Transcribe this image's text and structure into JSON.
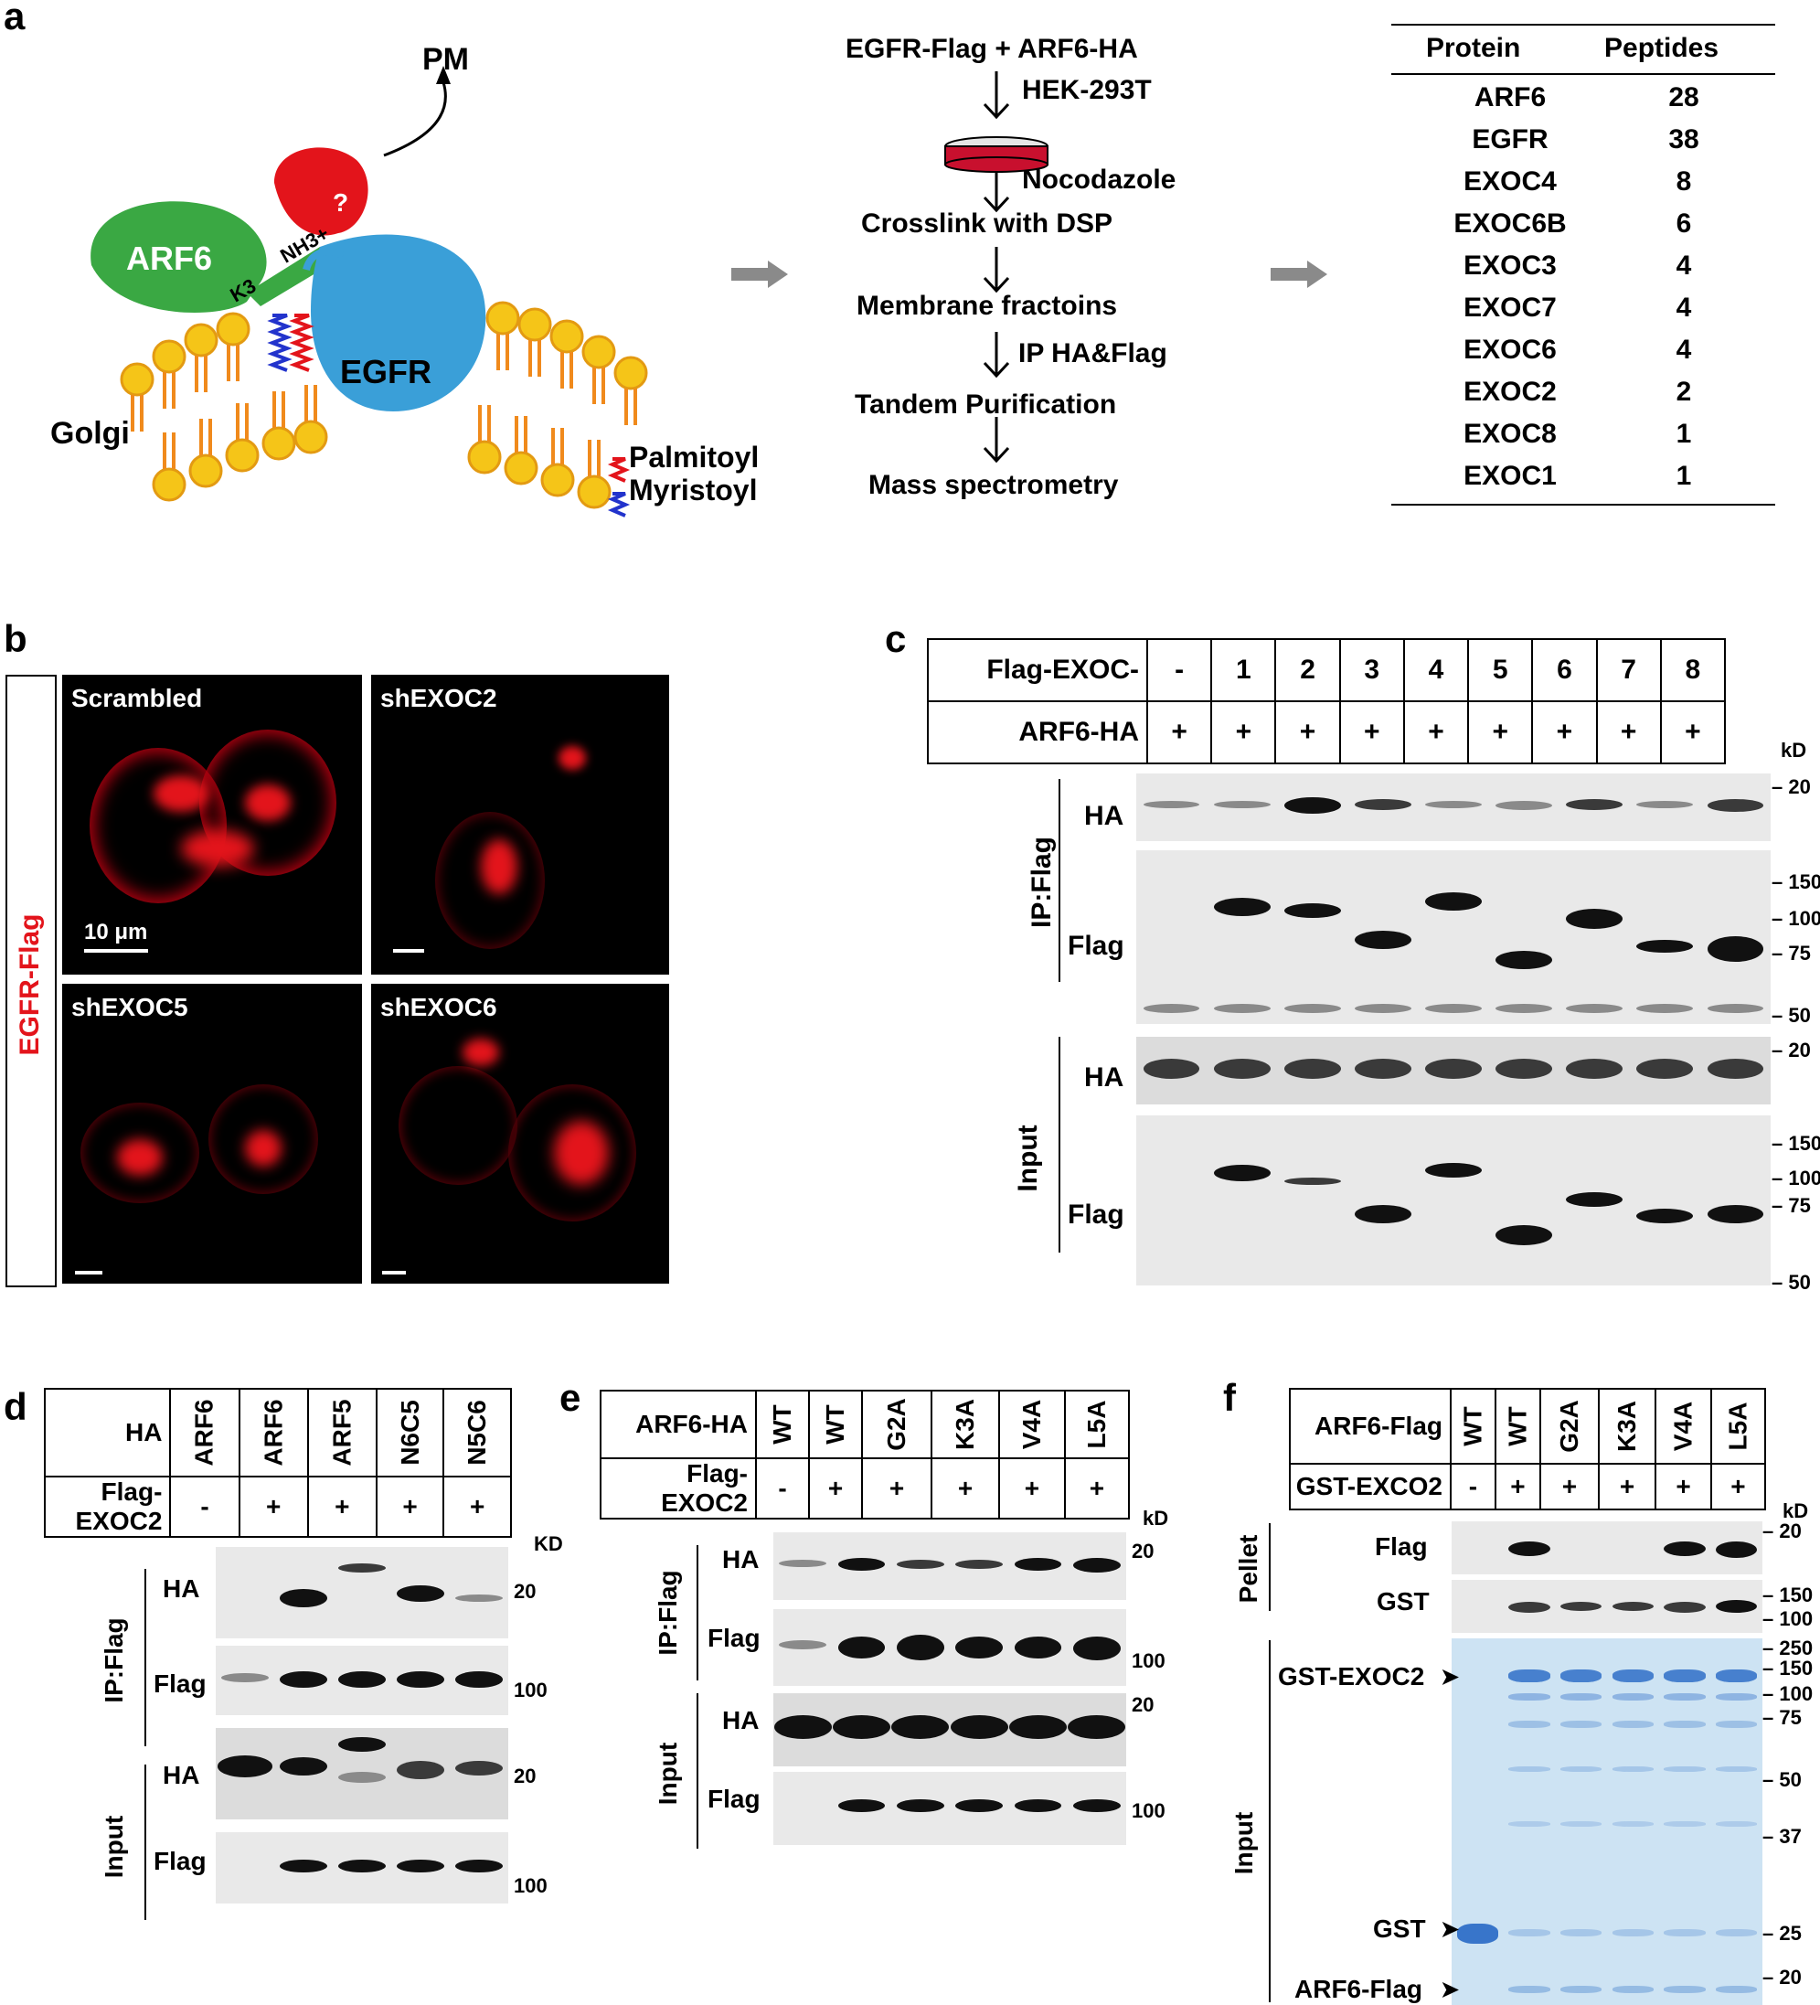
{
  "panel_a": {
    "label": "a",
    "schematic": {
      "pm": "PM",
      "question": "?",
      "arf6": "ARF6",
      "k3": "K3",
      "nh3": "NH3+",
      "egfr": "EGFR",
      "golgi": "Golgi",
      "legend": [
        "Palmitoyl",
        "Myristoyl"
      ],
      "colors": {
        "arf6": "#3aa843",
        "egfr": "#3a9fd8",
        "unknown": "#e3141b",
        "palmitoyl": "#e3141b",
        "myristoyl": "#2233cc",
        "lipid_head": "#f5c518",
        "lipid_tail": "#f08a1c"
      }
    },
    "workflow": {
      "steps": [
        "EGFR-Flag + ARF6-HA",
        "Crosslink with DSP",
        "Membrane fractoins",
        "Tandem Purification",
        "Mass spectrometry"
      ],
      "side_labels": [
        "HEK-293T",
        "Nocodazole",
        "IP HA&Flag"
      ]
    },
    "table": {
      "headers": [
        "Protein",
        "Peptides"
      ],
      "rows": [
        [
          "ARF6",
          "28"
        ],
        [
          "EGFR",
          "38"
        ],
        [
          "EXOC4",
          "8"
        ],
        [
          "EXOC6B",
          "6"
        ],
        [
          "EXOC3",
          "4"
        ],
        [
          "EXOC7",
          "4"
        ],
        [
          "EXOC6",
          "4"
        ],
        [
          "EXOC2",
          "2"
        ],
        [
          "EXOC8",
          "1"
        ],
        [
          "EXOC1",
          "1"
        ]
      ]
    }
  },
  "panel_b": {
    "label": "b",
    "side": "EGFR-Flag",
    "side_color": "#e3141b",
    "images": [
      "Scrambled",
      "shEXOC2",
      "shEXOC5",
      "shEXOC6"
    ],
    "scale": "10 μm"
  },
  "panel_c": {
    "label": "c",
    "row1_label": "Flag-EXOC-",
    "row1": [
      "-",
      "1",
      "2",
      "3",
      "4",
      "5",
      "6",
      "7",
      "8"
    ],
    "row2_label": "ARF6-HA",
    "row2": [
      "+",
      "+",
      "+",
      "+",
      "+",
      "+",
      "+",
      "+",
      "+"
    ],
    "kd": "kD",
    "group1": "IP:Flag",
    "group2": "Input",
    "blots": [
      "HA",
      "Flag",
      "HA",
      "Flag"
    ],
    "mw_ip_ha": [
      "20"
    ],
    "mw_ip_flag": [
      "150",
      "100",
      "75",
      "50"
    ],
    "mw_in_ha": [
      "20"
    ],
    "mw_in_flag": [
      "150",
      "100",
      "75",
      "50"
    ]
  },
  "panel_d": {
    "label": "d",
    "row1_label": "HA",
    "row1": [
      "ARF6",
      "ARF6",
      "ARF5",
      "N6C5",
      "N5C6"
    ],
    "row2_label": "Flag-EXOC2",
    "row2": [
      "-",
      "+",
      "+",
      "+",
      "+"
    ],
    "kd": "KD",
    "group1": "IP:Flag",
    "group2": "Input",
    "blots": [
      "HA",
      "Flag",
      "HA",
      "Flag"
    ],
    "mw": [
      "20",
      "100",
      "20",
      "100"
    ]
  },
  "panel_e": {
    "label": "e",
    "row1_label": "ARF6-HA",
    "row1": [
      "WT",
      "WT",
      "G2A",
      "K3A",
      "V4A",
      "L5A"
    ],
    "row2_label": "Flag-EXOC2",
    "row2": [
      "-",
      "+",
      "+",
      "+",
      "+",
      "+"
    ],
    "kd": "kD",
    "group1": "IP:Flag",
    "group2": "Input",
    "blots": [
      "HA",
      "Flag",
      "HA",
      "Flag"
    ],
    "mw": [
      "20",
      "100",
      "20",
      "100"
    ]
  },
  "panel_f": {
    "label": "f",
    "row1_label": "ARF6-Flag",
    "row1": [
      "WT",
      "WT",
      "G2A",
      "K3A",
      "V4A",
      "L5A"
    ],
    "row2_label": "GST-EXCO2",
    "row2": [
      "-",
      "+",
      "+",
      "+",
      "+",
      "+"
    ],
    "kd": "kD",
    "group1": "Pellet",
    "group2": "Input",
    "blots": [
      "Flag",
      "GST"
    ],
    "gel_labels": [
      "GST-EXOC2",
      "GST",
      "ARF6-Flag"
    ],
    "mw_flag": [
      "20"
    ],
    "mw_gst": [
      "150",
      "100"
    ],
    "mw_gel": [
      "250",
      "150",
      "100",
      "75",
      "50",
      "37",
      "25",
      "20"
    ]
  }
}
